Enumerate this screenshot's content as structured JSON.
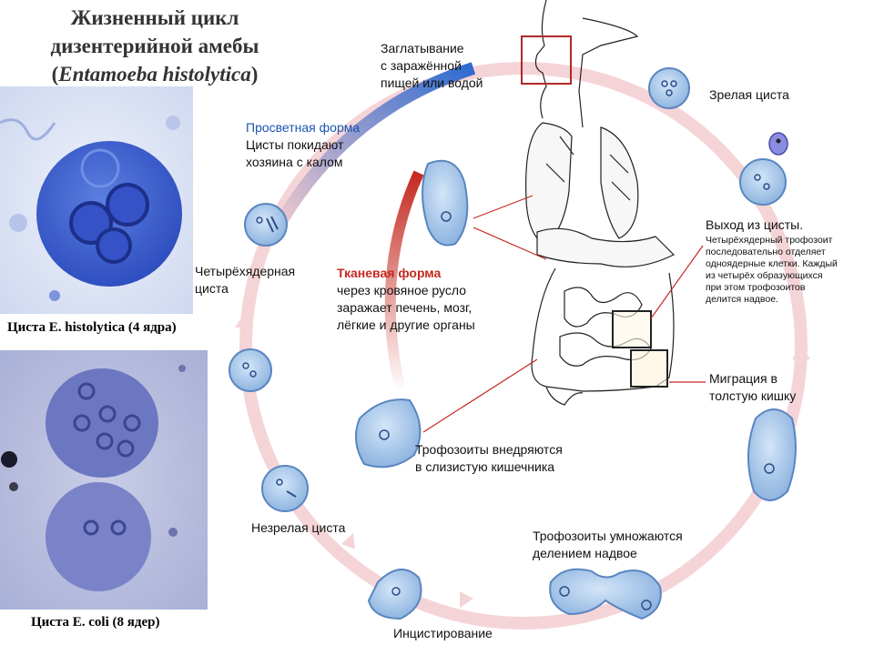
{
  "title": {
    "line1": "Жизненный цикл",
    "line2": "дизентерийной амебы",
    "latin": "Entamoeba histolytica"
  },
  "photos": {
    "histolytica_caption": "Циста E. histolytica (4 ядра)",
    "coli_caption": "Циста E. coli (8 ядер)"
  },
  "labels": {
    "ingestion": [
      "Заглатывание",
      "с заражённой",
      "пищей или водой"
    ],
    "mature_cyst": "Зрелая циста",
    "excystation_title": "Выход из цисты.",
    "excystation_detail": [
      "Четырёхядерный трофозоит",
      "последовательно отделяет",
      "одноядерные клетки. Каждый",
      "из четырёх образующихся",
      "при этом трофозоитов",
      "делится надвое."
    ],
    "migration": [
      "Миграция в",
      "толстую кишку"
    ],
    "invasion": [
      "Трофозоиты внедряются",
      "в слизистую кишечника"
    ],
    "multiply": [
      "Трофозоиты умножаются",
      "делением надвое"
    ],
    "encystation": "Инцистирование",
    "immature_cyst": "Незрелая циста",
    "four_nucleus_cyst": [
      "Четырёхядерная",
      "циста"
    ],
    "luminal_form_title": "Просветная форма",
    "luminal_form_detail": [
      "Цисты покидают",
      "хозяина с калом"
    ],
    "tissue_form_title": "Тканевая форма",
    "tissue_form_detail": [
      "через кровяное русло",
      "заражает печень, мозг,",
      "лёгкие и другие органы"
    ]
  },
  "colors": {
    "cycle_ring": "#f2c9cc",
    "cyst_fill": "#a8c8ea",
    "cyst_edge": "#5a86c0",
    "luminal": "#1a56b0",
    "tissue": "#c42a20",
    "highlight_box": "#b02a2a"
  }
}
